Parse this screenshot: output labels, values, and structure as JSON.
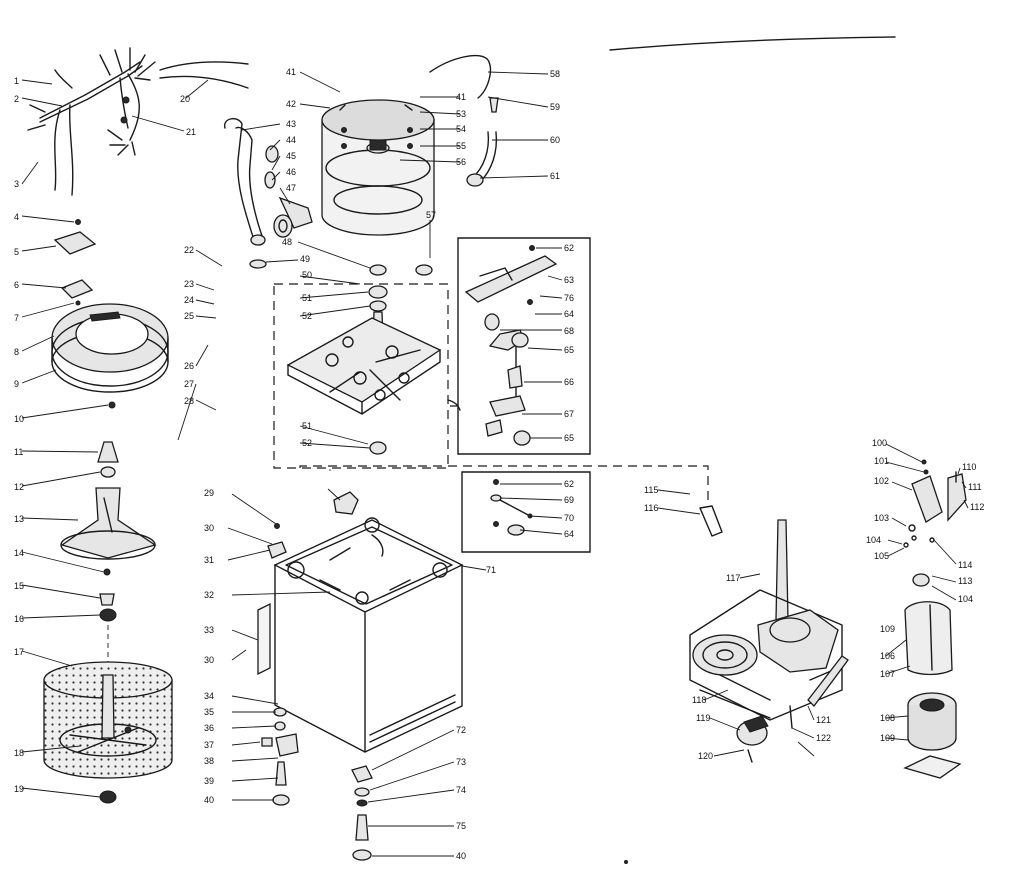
{
  "callouts": [
    "1",
    "2",
    "3",
    "4",
    "5",
    "6",
    "7",
    "8",
    "9",
    "10",
    "11",
    "12",
    "13",
    "14",
    "15",
    "16",
    "17",
    "18",
    "19",
    "20",
    "21",
    "22",
    "23",
    "24",
    "25",
    "26",
    "27",
    "28",
    "29",
    "30",
    "31",
    "32",
    "33",
    "30",
    "34",
    "35",
    "36",
    "37",
    "38",
    "39",
    "40",
    "41",
    "42",
    "43",
    "44",
    "45",
    "46",
    "47",
    "48",
    "49",
    "50",
    "51",
    "52",
    "51",
    "52",
    "53",
    "41",
    "54",
    "55",
    "56",
    "57",
    "58",
    "59",
    "60",
    "61",
    "62",
    "63",
    "64",
    "65",
    "66",
    "67",
    "68",
    "69",
    "70",
    "71",
    "72",
    "73",
    "74",
    "75",
    "40",
    "76",
    "62",
    "64",
    "65",
    "100",
    "101",
    "102",
    "103",
    "104",
    "105",
    "106",
    "107",
    "108",
    "109",
    "110",
    "111",
    "112",
    "113",
    "104",
    "109",
    "114",
    "115",
    "116",
    "117",
    "118",
    "119",
    "120",
    "121",
    "122"
  ],
  "colors": {
    "ink": "#1a1a1a",
    "paper": "#ffffff",
    "shade": "#e6e6e6"
  }
}
